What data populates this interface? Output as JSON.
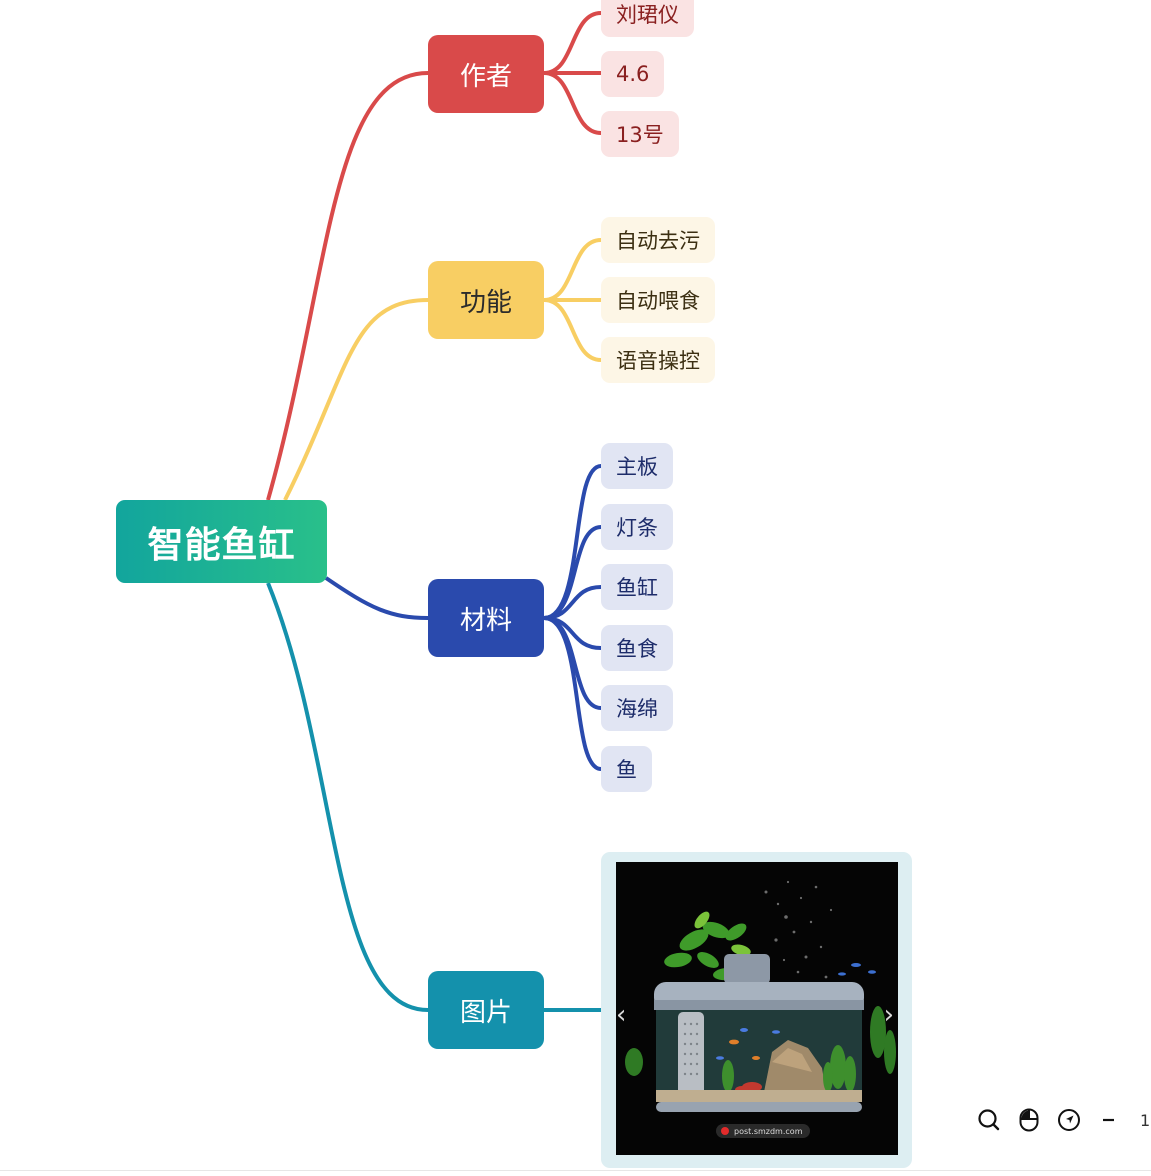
{
  "mindmap": {
    "root": "智能鱼缸",
    "branches": [
      {
        "label": "作者",
        "color": "#d94a4a",
        "leaves": [
          "刘珺仪",
          "4.6",
          "13号"
        ]
      },
      {
        "label": "功能",
        "color": "#f8ce63",
        "leaves": [
          "自动去污",
          "自动喂食",
          "语音操控"
        ]
      },
      {
        "label": "材料",
        "color": "#2a4aad",
        "leaves": [
          "主板",
          "灯条",
          "鱼缸",
          "鱼食",
          "海绵",
          "鱼"
        ]
      },
      {
        "label": "图片",
        "color": "#1491ac",
        "image": {
          "caption": "post.smzdm.com",
          "subject": "smart fish tank with plants and fish"
        }
      }
    ]
  },
  "toolbar": {
    "icons": [
      "search-icon",
      "mouse-icon",
      "navigate-icon",
      "zoom-out-icon"
    ],
    "zoom_label": "1"
  }
}
